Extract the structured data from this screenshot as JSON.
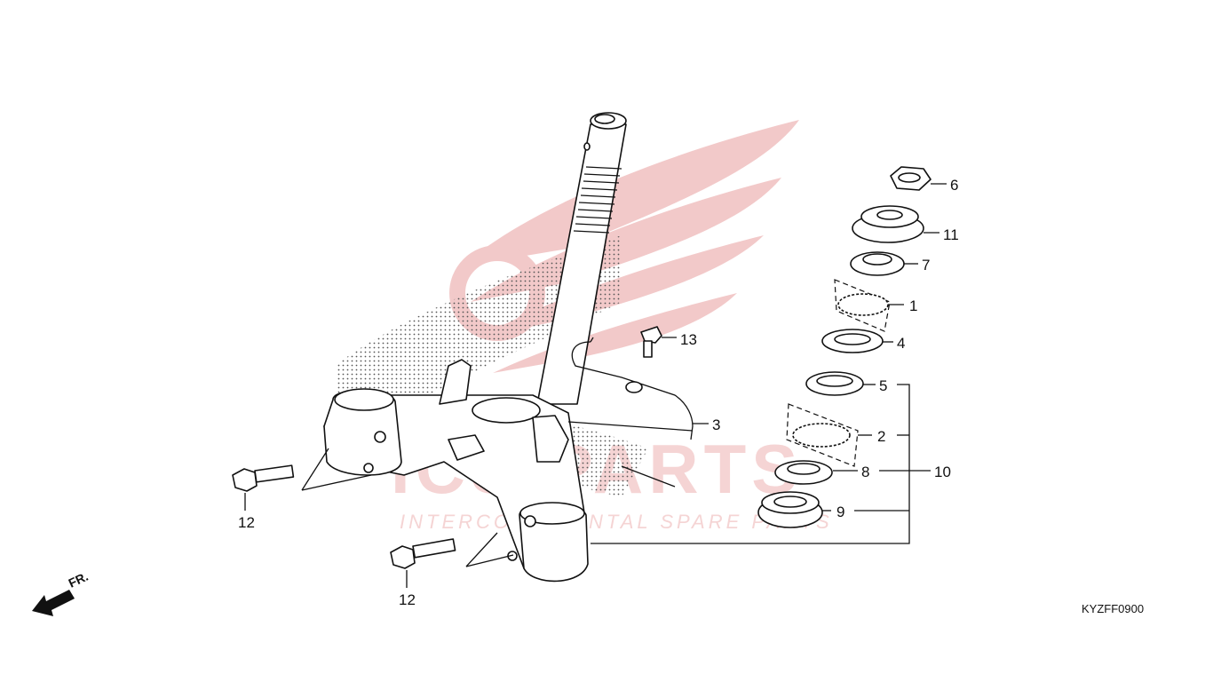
{
  "diagram": {
    "code": "KYZFF0900",
    "front_label": "FR.",
    "watermark": {
      "brand": "ICS PARTS",
      "tagline": "INTERCONTINENTAL SPARE PARTS",
      "color": "#e8a0a0"
    },
    "callouts": [
      {
        "id": "c6",
        "label": "6"
      },
      {
        "id": "c11",
        "label": "11"
      },
      {
        "id": "c7",
        "label": "7"
      },
      {
        "id": "c1",
        "label": "1"
      },
      {
        "id": "c4",
        "label": "4"
      },
      {
        "id": "c13",
        "label": "13"
      },
      {
        "id": "c5",
        "label": "5"
      },
      {
        "id": "c3",
        "label": "3"
      },
      {
        "id": "c2",
        "label": "2"
      },
      {
        "id": "c8",
        "label": "8"
      },
      {
        "id": "c10",
        "label": "10"
      },
      {
        "id": "c9",
        "label": "9"
      },
      {
        "id": "c12a",
        "label": "12"
      },
      {
        "id": "c12b",
        "label": "12"
      }
    ]
  }
}
